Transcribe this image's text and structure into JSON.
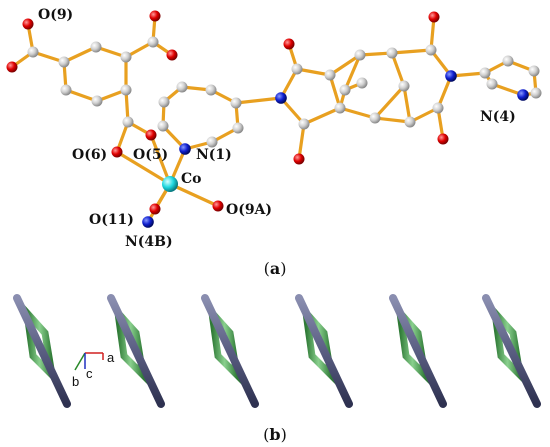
{
  "colors": {
    "bond": "#e8a020",
    "carbon": "#c8c8c8",
    "oxygen": "#e00000",
    "nitrogen": "#1020d0",
    "cobalt": "#20d8e0",
    "framework_frame": "#5a5e82",
    "framework_link": "#4a9a50",
    "axis_a": "#d02020",
    "axis_b": "#2a8a2a",
    "axis_c": "#2030c0"
  },
  "panel_a": {
    "caption_open": "(",
    "caption_letter": "a",
    "caption_close": ")",
    "labels": {
      "o9": "O(9)",
      "o6": "O(6)",
      "o5": "O(5)",
      "n1": "N(1)",
      "co": "Co",
      "o11": "O(11)",
      "o9a": "O(9A)",
      "n4b": "N(4B)",
      "n4": "N(4)"
    }
  },
  "panel_b": {
    "caption_open": "(",
    "caption_letter": "b",
    "caption_close": ")",
    "axes": {
      "a": "a",
      "b": "b",
      "c": "c"
    }
  }
}
